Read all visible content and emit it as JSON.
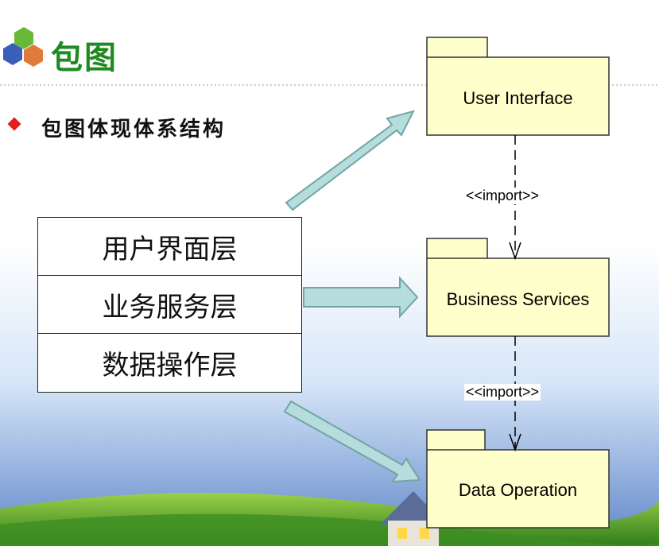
{
  "title": "包图",
  "bullet": "包图体现体系结构",
  "layers": [
    "用户界面层",
    "业务服务层",
    "数据操作层"
  ],
  "packages": [
    {
      "name": "User Interface"
    },
    {
      "name": "Business Services"
    },
    {
      "name": "Data Operation"
    }
  ],
  "dependency_label": "<<import>>",
  "colors": {
    "package_fill": "#ffffcc",
    "arrow_fill": "#b6dcdc",
    "arrow_stroke": "#6fa6a6",
    "title": "#1f8a1f",
    "bullet": "#e0201a"
  }
}
